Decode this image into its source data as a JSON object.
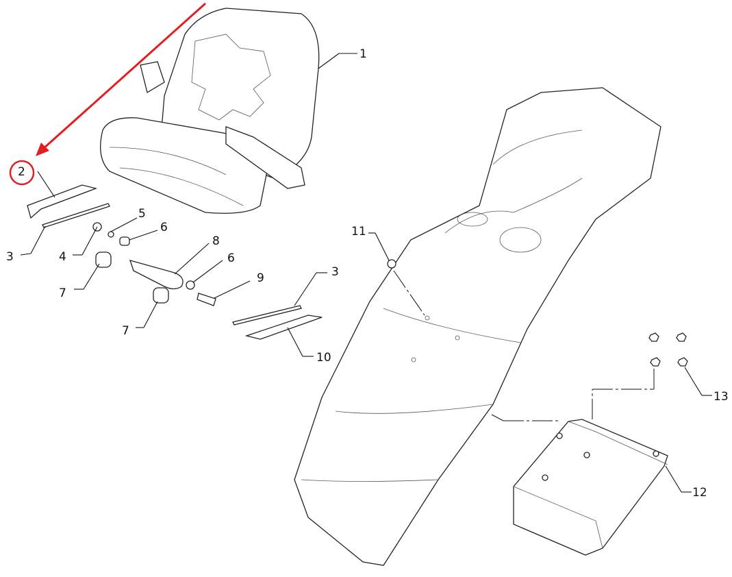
{
  "diagram": {
    "callouts": [
      {
        "id": "seat",
        "label": "1"
      },
      {
        "id": "bracket-left",
        "label": "2",
        "highlighted": true
      },
      {
        "id": "rail-left",
        "label": "3"
      },
      {
        "id": "nut",
        "label": "4"
      },
      {
        "id": "washer",
        "label": "5"
      },
      {
        "id": "bushing-upper",
        "label": "6"
      },
      {
        "id": "knob-a",
        "label": "7"
      },
      {
        "id": "lever",
        "label": "8"
      },
      {
        "id": "bushing-lower",
        "label": "6"
      },
      {
        "id": "bolt",
        "label": "9"
      },
      {
        "id": "knob-b",
        "label": "7"
      },
      {
        "id": "rail-right",
        "label": "3"
      },
      {
        "id": "bracket-right",
        "label": "10"
      },
      {
        "id": "screw",
        "label": "11"
      },
      {
        "id": "mount-plate",
        "label": "12"
      },
      {
        "id": "nuts-set",
        "label": "13"
      }
    ],
    "highlight_color": "#e41e1e"
  }
}
